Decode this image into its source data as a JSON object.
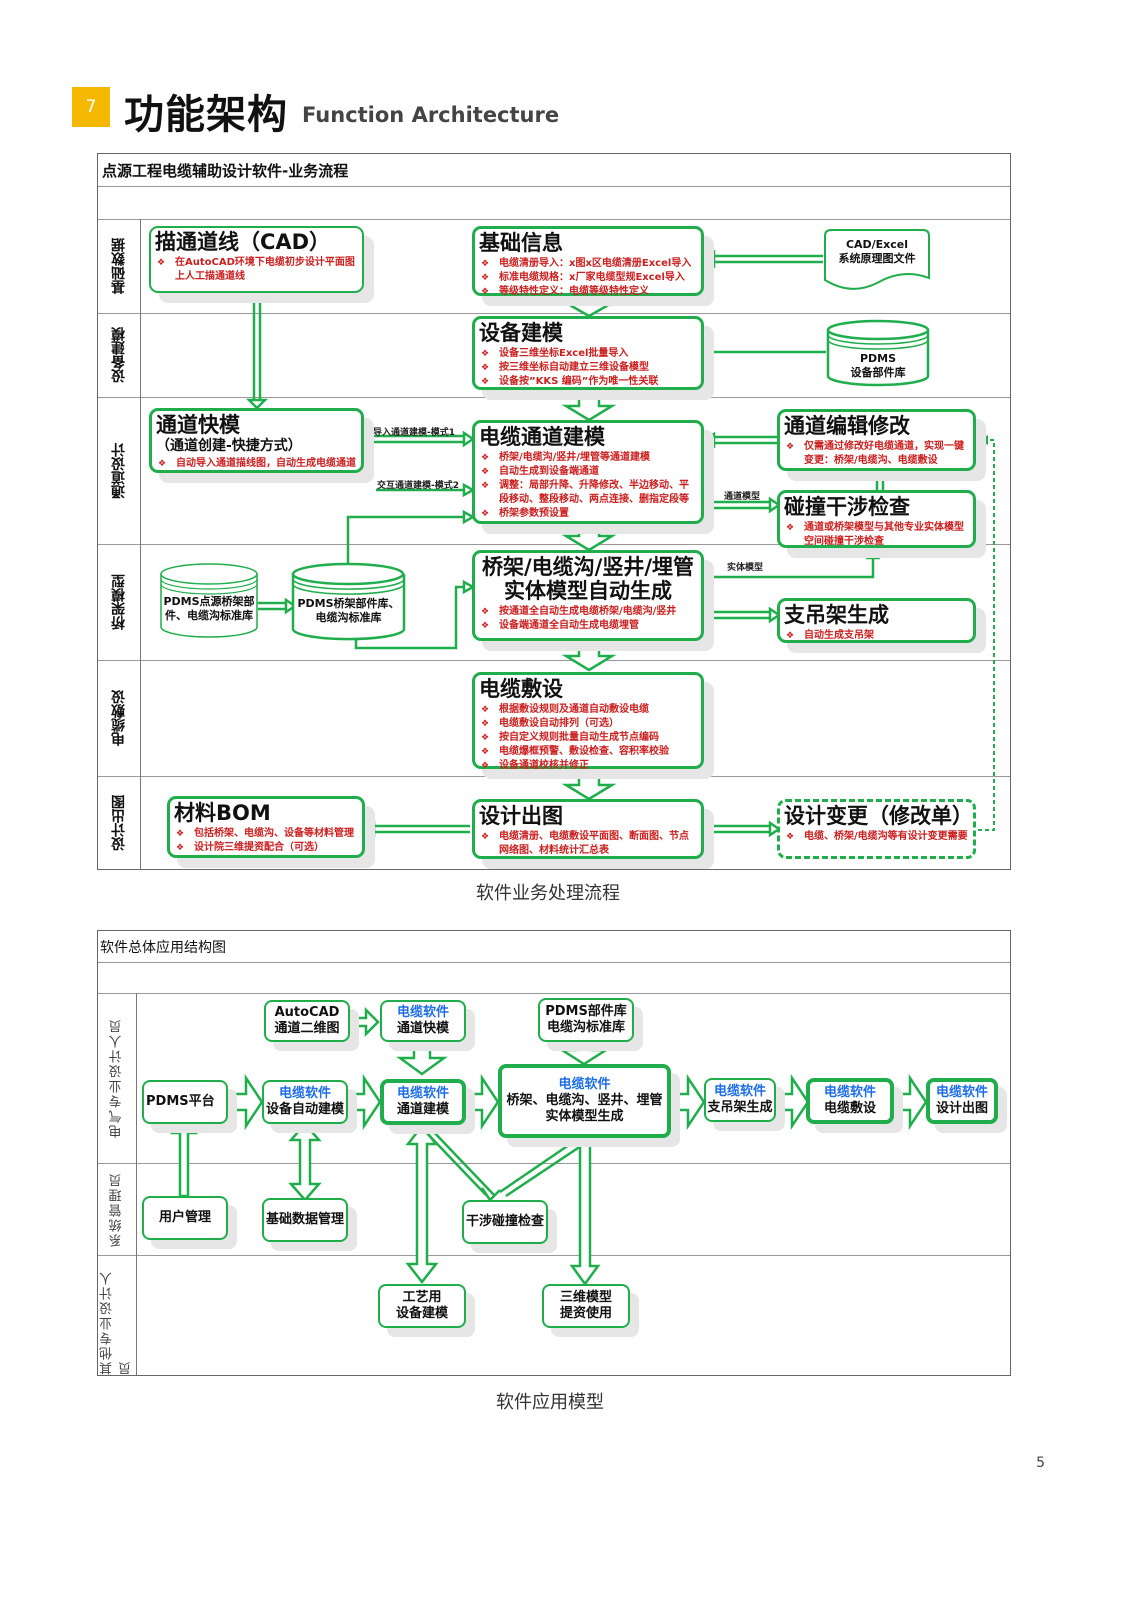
{
  "header": {
    "section_number": "7",
    "title": "功能架构",
    "subtitle": "Function Architecture"
  },
  "business_flow": {
    "title": "点源工程电缆辅助设计软件-业务流程",
    "caption": "软件业务处理流程",
    "lanes": [
      "基础数据",
      "设备建模",
      "通道设计",
      "桥架模型",
      "电缆敷设",
      "设计出图"
    ],
    "boxes": {
      "trace_line": {
        "title": "描通道线（CAD）",
        "items": [
          "在AutoCAD环境下电缆初步设计平面图上人工描通道线"
        ]
      },
      "basic_info": {
        "title": "基础信息",
        "items": [
          "电缆清册导入：x图x区电缆清册Excel导入",
          "标准电缆规格：x厂家电缆型规Excel导入",
          "等级特性定义：电缆等级特性定义"
        ]
      },
      "equipment_model": {
        "title": "设备建模",
        "items": [
          "设备三维坐标Excel批量导入",
          "按三维坐标自动建立三维设备模型",
          "设备按”KKS 编码”作为唯一性关联"
        ]
      },
      "quick_channel": {
        "title": "通道快模",
        "subtitle": "（通道创建-快捷方式）",
        "items": [
          "自动导入通道描线图，自动生成电缆通道"
        ]
      },
      "cable_channel": {
        "title": "电缆通道建模",
        "items": [
          "桥架/电缆沟/竖井/埋管等通道建模",
          "自动生成到设备端通道",
          "调整：局部升降、升降修改、半边移动、平段移动、整段移动、两点连接、删指定段等",
          "桥架参数预设置"
        ]
      },
      "channel_edit": {
        "title": "通道编辑修改",
        "items": [
          "仅需通过修改好电缆通道，实现一键变更：桥架/电缆沟、电缆敷设"
        ]
      },
      "collision_check": {
        "title": "碰撞干涉检查",
        "items": [
          "通道或桥架模型与其他专业实体模型空间碰撞干涉检查"
        ]
      },
      "solid_model": {
        "title": "桥架/电缆沟/竖井/埋管",
        "title2": "实体模型自动生成",
        "items": [
          "按通道全自动生成电缆桥架/电缆沟/竖井",
          "设备端通道全自动生成电缆埋管"
        ]
      },
      "support_gen": {
        "title": "支吊架生成",
        "items": [
          "自动生成支吊架"
        ]
      },
      "cable_laying": {
        "title": "电缆敷设",
        "items": [
          "根据敷设规则及通道自动敷设电缆",
          "电缆敷设自动排列（可选）",
          "按自定义规则批量自动生成节点编码",
          "电缆爆框预警、敷设检查、容积率校验",
          "设备通道校核并修正"
        ]
      },
      "material_bom": {
        "title": "材料BOM",
        "items": [
          "包括桥架、电缆沟、设备等材料管理",
          "设计院三维提资配合（可选）"
        ]
      },
      "design_output": {
        "title": "设计出图",
        "items": [
          "电缆清册、电缆敷设平面图、断面图、节点网络图、材料统计汇总表"
        ]
      },
      "design_change": {
        "title": "设计变更（修改单）",
        "items": [
          "电缆、桥架/电缆沟等有设计变更需要"
        ]
      }
    },
    "docs": {
      "cad_excel": [
        "CAD/Excel",
        "系统原理图文件"
      ],
      "pdms_equipment": [
        "PDMS",
        "设备部件库"
      ],
      "pdms_source": [
        "PDMS点源桥架部件、电缆沟标准库"
      ],
      "pdms_tray": [
        "PDMS桥架部件库、",
        "电缆沟标准库"
      ]
    },
    "flow_labels": {
      "mode1": "导入通道建模-模式1",
      "mode2": "交互通道建模-模式2",
      "channel_model": "通道模型",
      "solid_model": "实体模型"
    }
  },
  "app_structure": {
    "title": "软件总体应用结构图",
    "caption": "软件应用模型",
    "lanes": [
      "电气专业设计人员",
      "系统管理员",
      "其他专业设计人员"
    ],
    "software_tag": "电缆软件",
    "nodes": {
      "autocad": [
        "AutoCAD",
        "通道二维图"
      ],
      "quick": "通道快模",
      "pdms_lib": [
        "PDMS部件库",
        "电缆沟标准库"
      ],
      "pdms_platform": "PDMS平台",
      "equip_auto": "设备自动建模",
      "channel_model": "通道建模",
      "solid_gen": [
        "桥架、电缆沟、竖井、埋管",
        "实体模型生成"
      ],
      "support": "支吊架生成",
      "laying": "电缆敷设",
      "drawing": "设计出图",
      "user_mgmt": "用户管理",
      "base_data": "基础数据管理",
      "interference": "干涉碰撞检查",
      "process_equip": [
        "工艺用",
        "设备建模"
      ],
      "model_3d": [
        "三维模型",
        "提资使用"
      ]
    }
  },
  "page_number": "5",
  "colors": {
    "accent_green": "#1fae4b",
    "badge_yellow": "#f5b800",
    "item_red": "#cc1f1f",
    "software_blue": "#1e6ee8"
  }
}
